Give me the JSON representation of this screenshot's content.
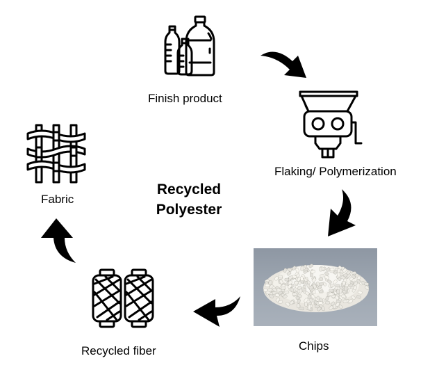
{
  "title": {
    "line1": "Recycled",
    "line2": "Polyester"
  },
  "stages": [
    {
      "id": "finish-product",
      "label": "Finish product",
      "icon": "bottles-icon"
    },
    {
      "id": "flaking",
      "label": "Flaking/ Polymerization",
      "icon": "flaking-machine-icon"
    },
    {
      "id": "chips",
      "label": "Chips",
      "icon": "plastic-chips-photo"
    },
    {
      "id": "recycled-fiber",
      "label": "Recycled fiber",
      "icon": "thread-spools-icon"
    },
    {
      "id": "fabric",
      "label": "Fabric",
      "icon": "woven-fabric-icon"
    }
  ],
  "flow": [
    {
      "from": "Finish product",
      "to": "Flaking/ Polymerization"
    },
    {
      "from": "Flaking/ Polymerization",
      "to": "Chips"
    },
    {
      "from": "Chips",
      "to": "Recycled fiber"
    },
    {
      "from": "Recycled fiber",
      "to": "Fabric"
    }
  ],
  "colors": {
    "ink": "#000000",
    "background": "#ffffff",
    "photo_backdrop": "#9aa3ae",
    "chip_color": "#f2f0ea"
  }
}
